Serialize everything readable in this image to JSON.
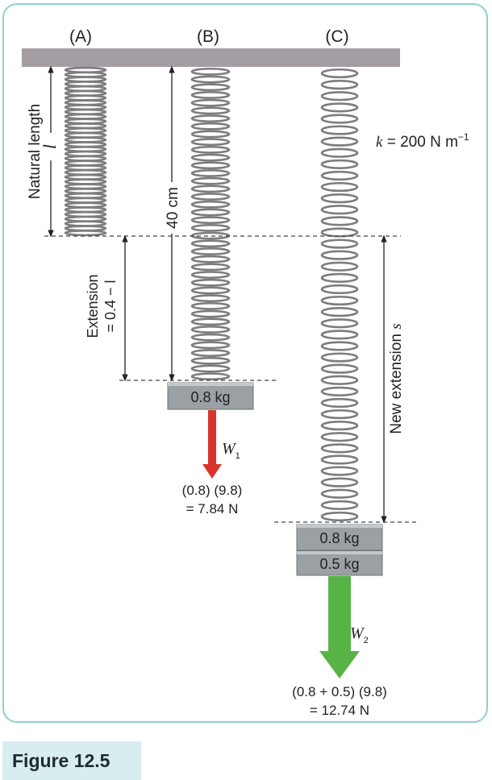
{
  "labels": {
    "a": "(A)",
    "b": "(B)",
    "c": "(C)",
    "natural_length": "Natural length",
    "l_symbol": "l",
    "length_40": "40 cm",
    "extension_line1": "Extension",
    "extension_line2": "= 0.4 − l",
    "k_symbol": "k",
    "k_value": " = 200 N m",
    "k_exp": "−1",
    "new_extension": "New extension ",
    "s_symbol": "s",
    "mass_b": "0.8 kg",
    "mass_c1": "0.8 kg",
    "mass_c2": "0.5 kg",
    "w1_symbol": "W",
    "w1_sub": "1",
    "w1_calc": "(0.8) (9.8)",
    "w1_result": "= 7.84 N",
    "w2_symbol": "W",
    "w2_sub": "2",
    "w2_calc": "(0.8 + 0.5) (9.8)",
    "w2_result": "= 12.74 N"
  },
  "caption": "Figure 12.5",
  "colors": {
    "ceiling": "#a49ea4",
    "spring": "#7d7d7d",
    "mass": "#9aa0a4",
    "arrow_w1": "#d8342b",
    "arrow_w2": "#58b347",
    "border": "#8fcfd4",
    "caption_bg": "#d7edef"
  }
}
